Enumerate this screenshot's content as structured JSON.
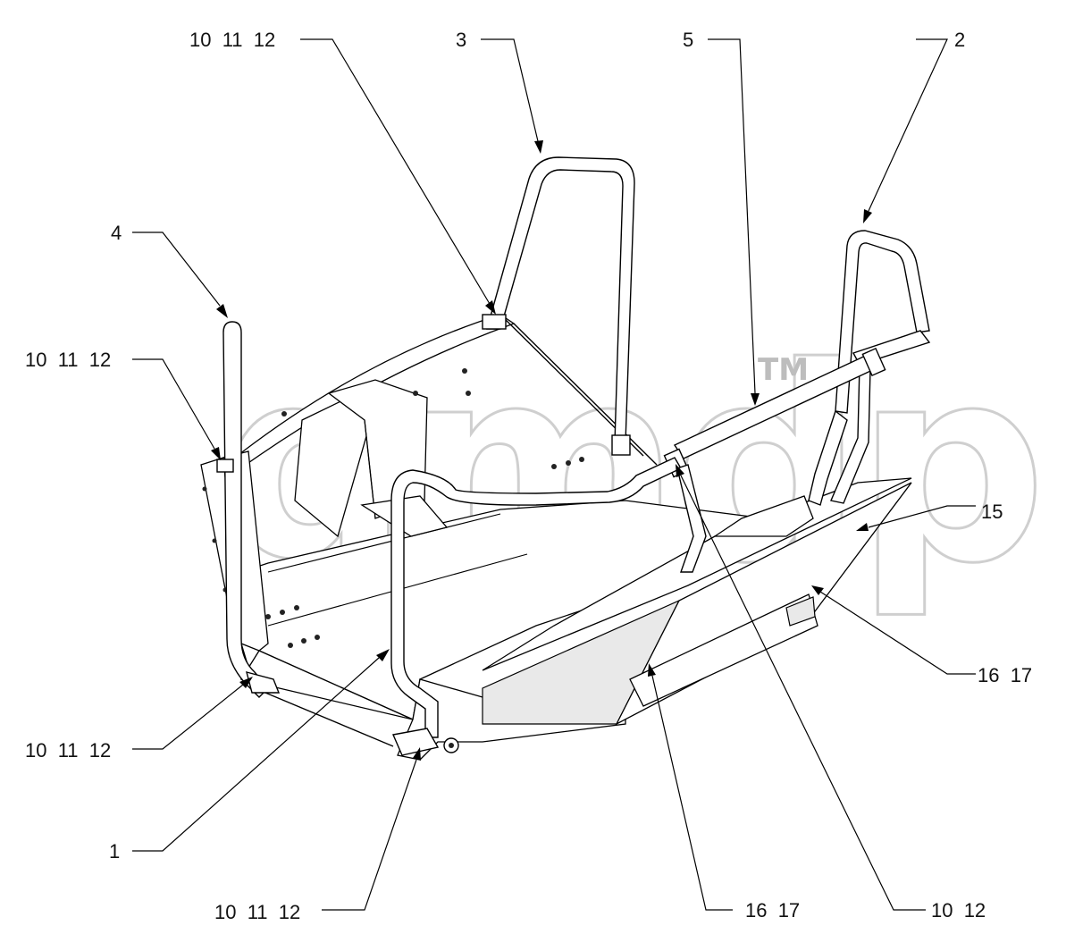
{
  "diagram": {
    "watermark": {
      "text": "gmdp",
      "trademark": "TM"
    },
    "callouts": [
      {
        "id": "c-10-11-12-top",
        "text": "10  11  12"
      },
      {
        "id": "c-3",
        "text": "3"
      },
      {
        "id": "c-5",
        "text": "5"
      },
      {
        "id": "c-2",
        "text": "2"
      },
      {
        "id": "c-4",
        "text": "4"
      },
      {
        "id": "c-10-11-12-left",
        "text": "10  11  12"
      },
      {
        "id": "c-15",
        "text": "15"
      },
      {
        "id": "c-16-17-right",
        "text": "16  17"
      },
      {
        "id": "c-10-11-12-lower-left",
        "text": "10  11  12"
      },
      {
        "id": "c-1",
        "text": "1"
      },
      {
        "id": "c-10-11-12-bottom",
        "text": "10  11  12"
      },
      {
        "id": "c-16-17-bottom",
        "text": "16  17"
      },
      {
        "id": "c-10-12-bottom",
        "text": "10  12"
      }
    ]
  }
}
